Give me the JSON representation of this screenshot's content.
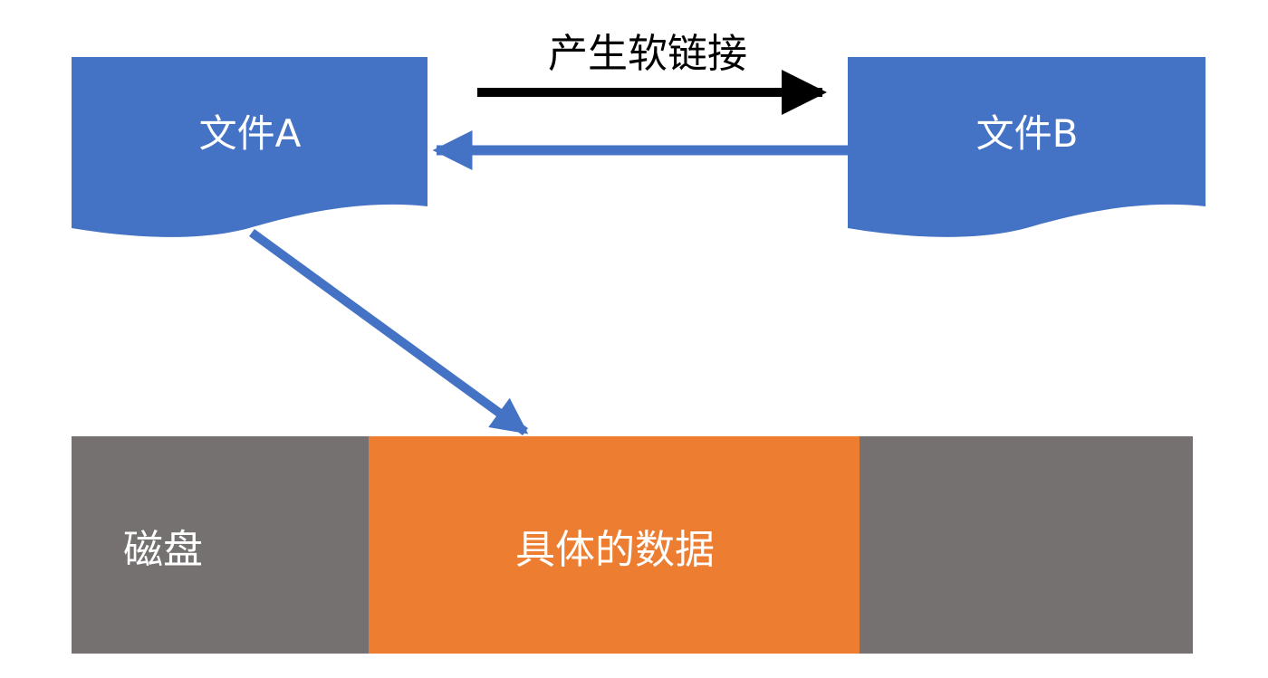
{
  "diagram": {
    "arrow_label": "产生软链接",
    "file_a": {
      "label": "文件A"
    },
    "file_b": {
      "label": "文件B"
    },
    "disk": {
      "label": "磁盘",
      "data_label": "具体的数据"
    }
  },
  "colors": {
    "file_blue": "#4472C4",
    "link_arrow_blue": "#4472C4",
    "create_arrow_black": "#000000",
    "disk_gray": "#767171",
    "data_orange": "#ED7D31",
    "label_white": "#FFFFFF"
  }
}
